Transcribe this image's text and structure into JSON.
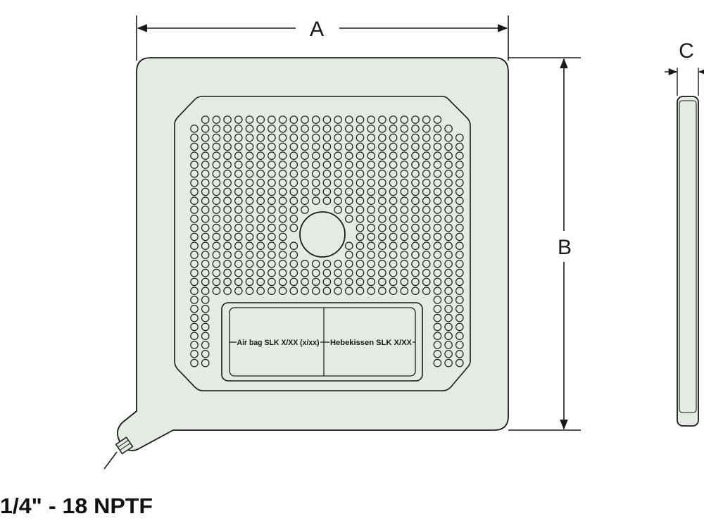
{
  "dimensions": {
    "width_label": "A",
    "height_label": "B",
    "thickness_label": "C"
  },
  "nameplate": {
    "left_text": "Air bag SLK X/XX (x/xx)",
    "right_text": "Hebekissen SLK X/XX"
  },
  "connector": {
    "thread_label": "1/4\" - 18 NPTF"
  },
  "colors": {
    "body_fill": "#e3ebe3",
    "outline": "#1a1a1a"
  }
}
